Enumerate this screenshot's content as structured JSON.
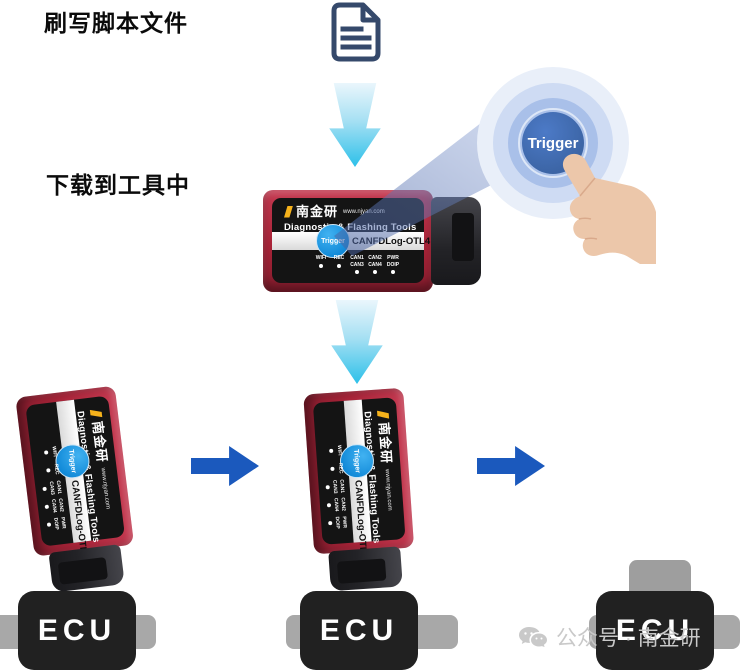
{
  "steps": {
    "flash_script": "刷写脚本文件",
    "download_to_tool": "下载到工具中"
  },
  "trigger_button": {
    "label": "Trigger"
  },
  "device": {
    "brand": "南金研",
    "website": "www.njyan.com",
    "subtitle": "Diagnostic & Flashing Tools",
    "trigger_label": "Trigger",
    "model": "CANFDLog-OTL4",
    "led_row1": [
      "WIFI",
      "REC",
      "CAN1",
      "CAN2",
      "PWR"
    ],
    "led_row2": [
      "CAN3",
      "CAN4",
      "DOIP"
    ]
  },
  "ecu": {
    "label": "ECU"
  },
  "watermark": {
    "text": "公众号 · 南金研"
  },
  "icons": {
    "document": "document-icon",
    "wechat": "wechat-icon",
    "pointing_hand": "pointing-hand-icon",
    "down_arrow": "down-arrow-icon",
    "right_arrow": "right-arrow-icon"
  },
  "colors": {
    "arrow_blue": "#1b59bd",
    "down_arrow_top": "#eaf6fc",
    "down_arrow_bottom": "#2cc0e9",
    "trigger_button": "#39619f",
    "ripple_mid": "#a9c0e9",
    "ripple_light": "#cedbf3",
    "ripple_faint": "#e9eff9",
    "device_red": "#ab2439",
    "device_trigger_blue": "#0d86d6",
    "label_black": "#141414",
    "ecu_box": "#212121",
    "connector_gray": "#a8a8a8",
    "document_icon": "#35496b",
    "watermark_gray": "#c9c9c9",
    "beam_blue": "#5f7dc3",
    "logo_yellow": "#f6b21b"
  }
}
